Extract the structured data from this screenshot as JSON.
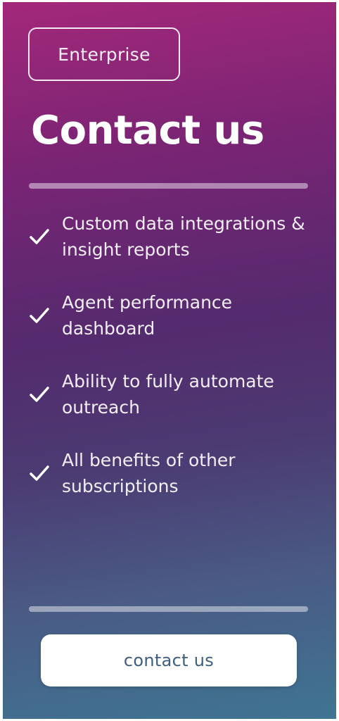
{
  "plan": {
    "tier_label": "Enterprise",
    "price_label": "Contact us"
  },
  "features": [
    {
      "icon": "checkmark-icon",
      "text": "Custom data integrations & insight reports"
    },
    {
      "icon": "checkmark-icon",
      "text": "Agent performance dashboard"
    },
    {
      "icon": "checkmark-icon",
      "text": "Ability to fully automate outreach"
    },
    {
      "icon": "checkmark-icon",
      "text": "All benefits of other subscriptions"
    }
  ],
  "cta": {
    "label": "contact us"
  },
  "colors": {
    "gradient_top": "#a3287a",
    "gradient_mid": "#552a6e",
    "gradient_bottom": "#3f7592",
    "button_text": "#3e5f7e"
  }
}
